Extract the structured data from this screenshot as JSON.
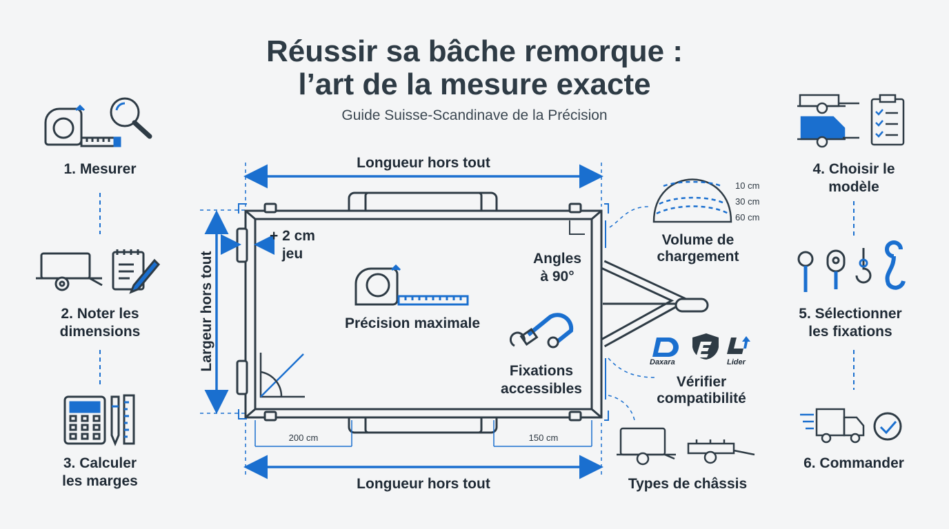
{
  "title": {
    "line1": "Réussir sa bâche remorque :",
    "line2": "l’art de la mesure exacte",
    "subtitle": "Guide Suisse-Scandinave de la Précision"
  },
  "steps_left": [
    {
      "label_l1": "1. Mesurer",
      "label_l2": ""
    },
    {
      "label_l1": "2. Noter les",
      "label_l2": "dimensions"
    },
    {
      "label_l1": "3. Calculer",
      "label_l2": "les marges"
    }
  ],
  "steps_right": [
    {
      "label_l1": "4. Choisir le",
      "label_l2": "modèle"
    },
    {
      "label_l1": "5. Sélectionner",
      "label_l2": "les fixations"
    },
    {
      "label_l1": "6. Commander",
      "label_l2": ""
    }
  ],
  "diagram": {
    "top_length": "Longueur hors tout",
    "bottom_length": "Longueur hors tout",
    "width_label": "Largeur hors tout",
    "clearance_l1": "+ 2 cm",
    "clearance_l2": "jeu",
    "angles_l1": "Angles",
    "angles_l2": "à 90°",
    "precision": "Précision maximale",
    "fixations_l1": "Fixations",
    "fixations_l2": "accessibles",
    "dim_left": "200 cm",
    "dim_right": "150 cm"
  },
  "volume": {
    "heights": [
      "10 cm",
      "30 cm",
      "60 cm"
    ],
    "label_l1": "Volume de",
    "label_l2": "chargement"
  },
  "compat": {
    "brands": [
      "Daxara",
      "Lider"
    ],
    "label_l1": "Vérifier",
    "label_l2": "compatibilité"
  },
  "chassis": {
    "label": "Types de châssis"
  },
  "colors": {
    "accent": "#1a6fcf",
    "ink": "#2e3b45",
    "background": "#f4f5f6"
  }
}
